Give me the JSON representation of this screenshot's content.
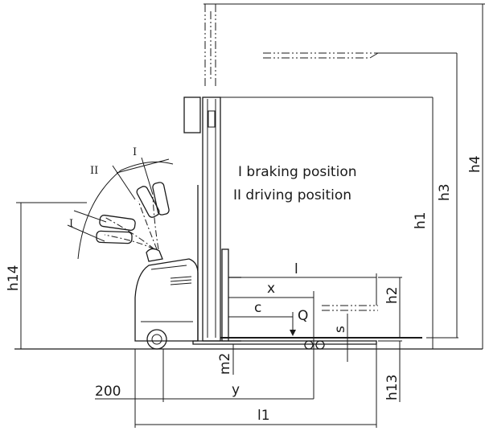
{
  "legend": {
    "line1": "I braking position",
    "line2": "II driving position"
  },
  "positions": {
    "braking_label": "I",
    "driving_label": "II"
  },
  "dimensions": {
    "h1": "h1",
    "h2": "h2",
    "h3": "h3",
    "h4": "h4",
    "h13": "h13",
    "h14": "h14",
    "l": "l",
    "l1": "l1",
    "x": "x",
    "c": "c",
    "y": "y",
    "m2": "m2",
    "s": "s",
    "q": "Q",
    "offset_200": "200"
  }
}
